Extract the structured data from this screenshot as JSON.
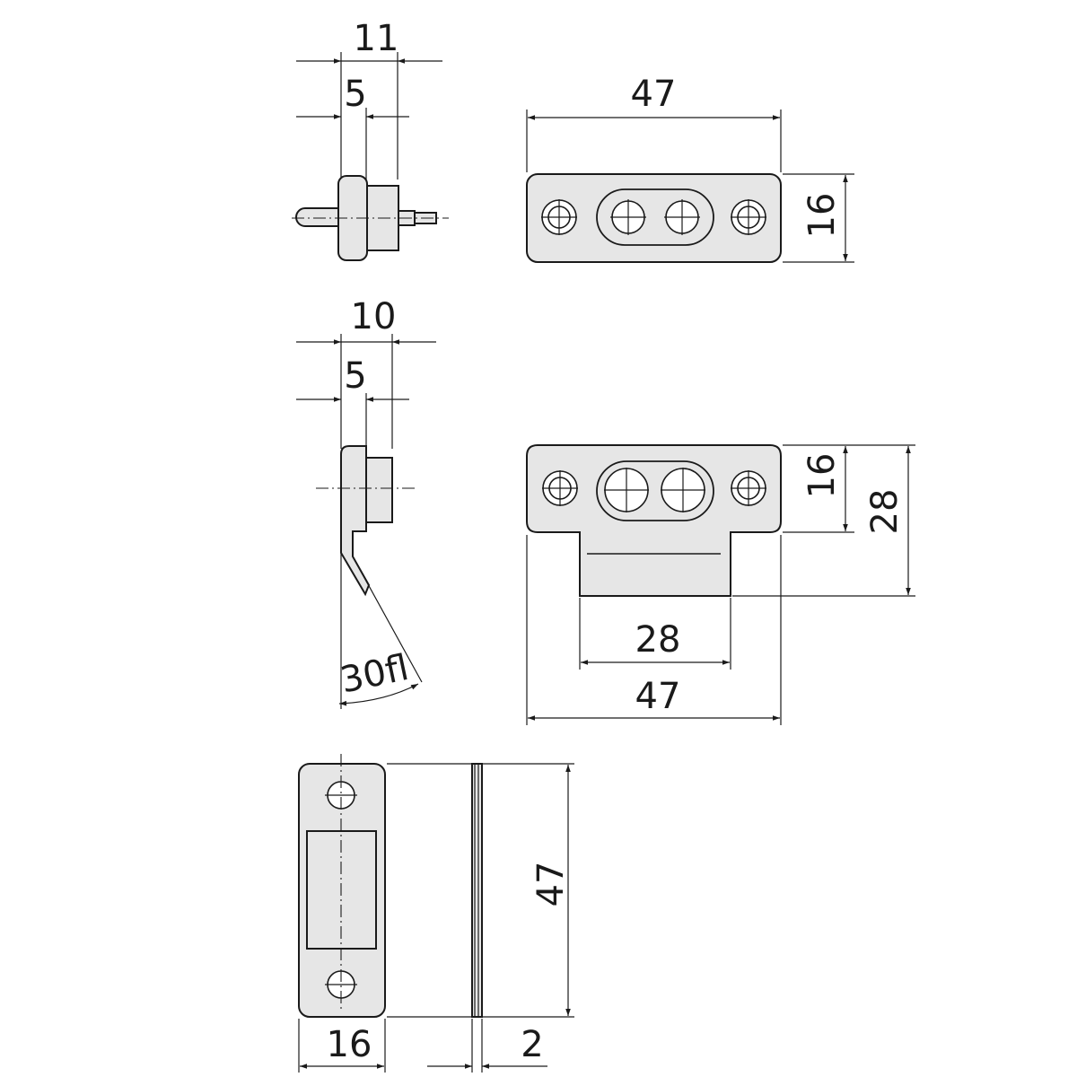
{
  "colors": {
    "stroke": "#1a1a1a",
    "fill": "#e6e6e6",
    "background": "#ffffff"
  },
  "dimensions": {
    "top_side_width": "11",
    "top_side_offset": "5",
    "top_front_width": "47",
    "top_front_height": "16",
    "mid_side_width": "10",
    "mid_side_offset": "5",
    "mid_angle": "30fl",
    "mid_front_height": "16",
    "mid_front_total_height": "28",
    "mid_front_tab_width": "28",
    "mid_front_width": "47",
    "bottom_plate_width": "16",
    "bottom_plate_height": "47",
    "bottom_plate_thickness": "2"
  }
}
